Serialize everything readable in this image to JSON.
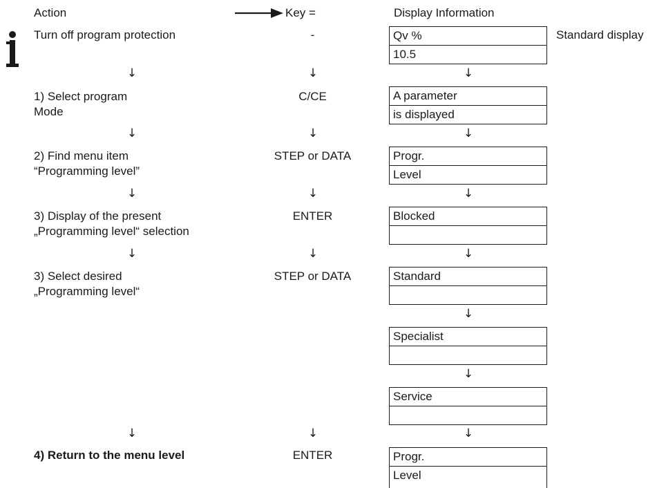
{
  "header": {
    "action": "Action",
    "key": "Key =",
    "display": "Display Information"
  },
  "arrow_glyph": "↓",
  "side_note": "Standard display",
  "rows": [
    {
      "action": "Turn off program protection",
      "key": "-"
    },
    {
      "action": "1)  Select program Mode",
      "key": "C/CE"
    },
    {
      "action": "2)  Find menu item “Programming level”",
      "key": "STEP or DATA"
    },
    {
      "action": "3)  Display of the present „Programming level“ selection",
      "key": "ENTER"
    },
    {
      "action": "3)  Select desired „Programming level“",
      "key": "STEP or DATA"
    },
    {
      "action": "4)  Return to the menu level",
      "key": "ENTER"
    }
  ],
  "display_boxes": [
    "Qv %",
    "10.5",
    "A parameter",
    "is displayed",
    "Progr.",
    "Level",
    "Blocked",
    "",
    "Standard",
    "",
    "Specialist",
    "",
    "Service",
    "",
    "Progr.",
    "Level"
  ]
}
